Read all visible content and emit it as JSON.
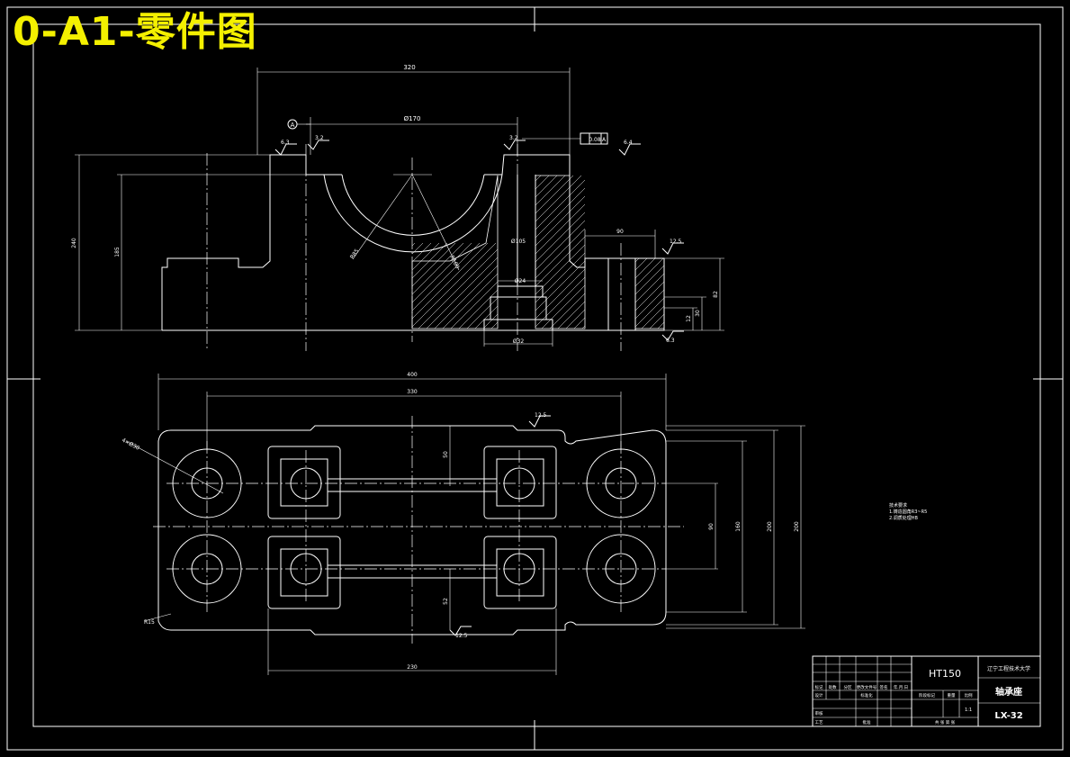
{
  "sheet_title": "0-A1-零件图",
  "dimensions": {
    "top_overall": "320",
    "top_inner": "Ø170",
    "tol_box": "0.08",
    "tol_datum": "A",
    "rough_1": "6.3",
    "rough_2": "3.2",
    "rough_3": "3.2",
    "rough_4": "6.4",
    "height_total": "240",
    "height_inner": "185",
    "radius_1": "R85",
    "radius_2": "R100",
    "hole_dia": "Ø105",
    "slot_w": "Ø24",
    "bottom_w": "Ø32",
    "boss_w": "90",
    "boss_r": "12.5",
    "right_h1": "82",
    "right_h2": "30",
    "right_h3": "12",
    "right_h4": "6.3",
    "plan_overall": "400",
    "plan_inner": "330",
    "plan_bottom": "230",
    "plan_rough": "12.5",
    "plan_h1": "50",
    "plan_h2": "52",
    "plan_r1": "90",
    "plan_r2": "160",
    "plan_r3": "200",
    "corner_1": "4×Ø30",
    "corner_2": "R15",
    "rough_bottom": "12.5"
  },
  "notes": {
    "line1": "技术要求",
    "line2": "1.铸造圆角R3~R5",
    "line3": "2.调质处理HB"
  },
  "title_block": {
    "material": "HT150",
    "school": "辽宁工程技术大学",
    "part_name": "轴承座",
    "drawing_no": "LX-32",
    "h_mark": "标记",
    "h_count": "处数",
    "h_zone": "分区",
    "h_doc": "更改文件号",
    "h_sign": "签名",
    "h_date": "年.月.日",
    "r_design": "设计",
    "r_std": "标准化",
    "r_review": "审核",
    "r_process": "工艺",
    "r_approve": "批准",
    "h_stage": "阶段标记",
    "h_weight": "重量",
    "h_scale": "比例",
    "scale": "1:1",
    "sheets": "共  张  第  张"
  }
}
